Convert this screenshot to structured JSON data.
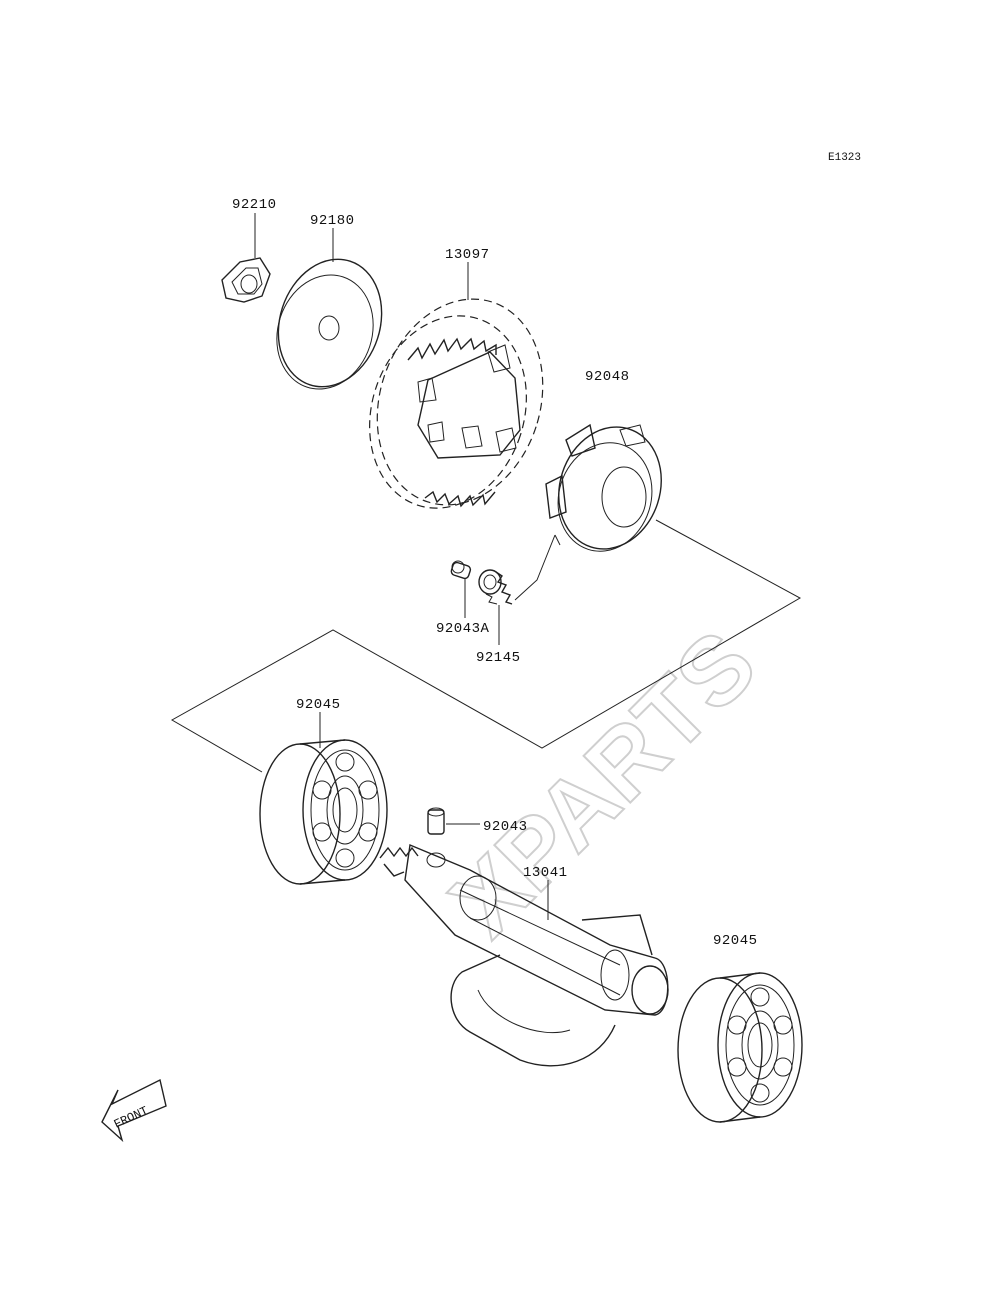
{
  "diagram": {
    "ref_code": "E1323",
    "watermark": "XPARTS",
    "front_label": "FRONT",
    "parts": [
      {
        "id": "nut",
        "number": "92210"
      },
      {
        "id": "washer",
        "number": "92180"
      },
      {
        "id": "gear",
        "number": "13097"
      },
      {
        "id": "hub",
        "number": "92048"
      },
      {
        "id": "pin-a",
        "number": "92043A"
      },
      {
        "id": "spring",
        "number": "92145"
      },
      {
        "id": "bearing-left",
        "number": "92045"
      },
      {
        "id": "pin",
        "number": "92043"
      },
      {
        "id": "shaft",
        "number": "13041"
      },
      {
        "id": "bearing-right",
        "number": "92045"
      }
    ]
  }
}
